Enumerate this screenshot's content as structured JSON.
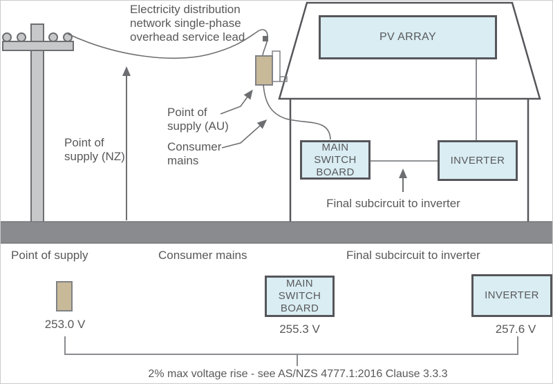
{
  "palette": {
    "box_fill": "#d9edf3",
    "box_border": "#55565a",
    "meter_fill": "#c8b999",
    "meter_border": "#7f8184",
    "line_gray": "#6d6e71",
    "text_gray": "#58585a",
    "ground_gray": "#8a8b8e",
    "pole_gray": "#c7c8ca"
  },
  "schematic": {
    "service_lead_note": "Electricity distribution\nnetwork single-phase\noverhead service lead",
    "point_of_supply_nz": "Point of\nsupply (NZ)",
    "point_of_supply_au": "Point of\nsupply (AU)",
    "consumer_mains": "Consumer\nmains",
    "pv_array": "PV ARRAY",
    "main_switchboard": "MAIN\nSWITCH\nBOARD",
    "inverter": "INVERTER",
    "final_subcircuit": "Final subcircuit to inverter"
  },
  "voltage_profile": {
    "headers": {
      "point_of_supply": "Point of supply",
      "consumer_mains": "Consumer mains",
      "final_subcircuit": "Final subcircuit to inverter"
    },
    "main_switchboard": "MAIN\nSWITCH\nBOARD",
    "inverter": "INVERTER",
    "voltages": {
      "point_of_supply": "253.0 V",
      "main_switchboard": "255.3 V",
      "inverter": "257.6 V"
    },
    "note": "2% max voltage rise - see AS/NZS 4777.1:2016 Clause 3.3.3"
  }
}
